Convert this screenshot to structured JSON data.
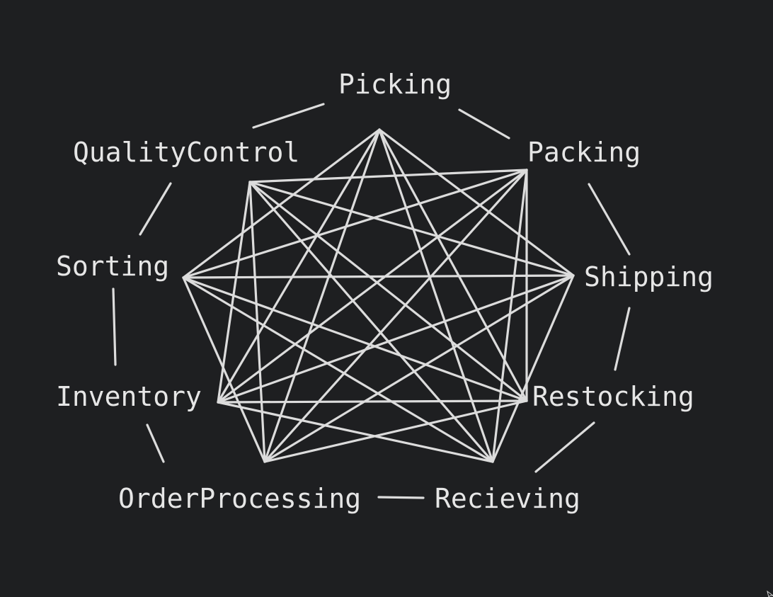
{
  "diagram": {
    "nodes": [
      {
        "id": "picking",
        "label": "Picking"
      },
      {
        "id": "packing",
        "label": "Packing"
      },
      {
        "id": "shipping",
        "label": "Shipping"
      },
      {
        "id": "restocking",
        "label": "Restocking"
      },
      {
        "id": "recieving",
        "label": "Recieving"
      },
      {
        "id": "order-processing",
        "label": "OrderProcessing"
      },
      {
        "id": "inventory",
        "label": "Inventory"
      },
      {
        "id": "sorting",
        "label": "Sorting"
      },
      {
        "id": "quality-control",
        "label": "QualityControl"
      }
    ],
    "ring_edges": [
      [
        "picking",
        "packing"
      ],
      [
        "packing",
        "shipping"
      ],
      [
        "shipping",
        "restocking"
      ],
      [
        "restocking",
        "recieving"
      ],
      [
        "recieving",
        "order-processing"
      ],
      [
        "order-processing",
        "inventory"
      ],
      [
        "inventory",
        "sorting"
      ],
      [
        "sorting",
        "quality-control"
      ],
      [
        "quality-control",
        "picking"
      ]
    ],
    "inner_edges": "all non-adjacent pairs",
    "colors": {
      "background": "#1e1f21",
      "line": "#dcdcdc",
      "text": "#e6e6e6"
    }
  }
}
